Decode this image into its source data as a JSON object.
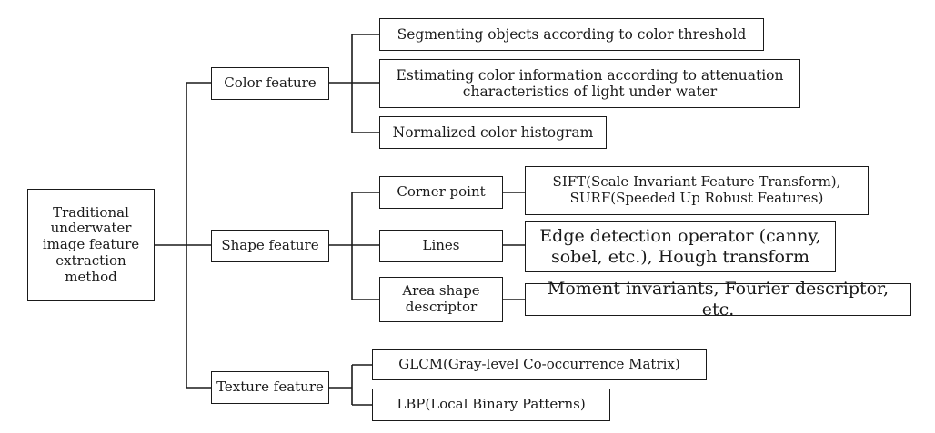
{
  "root": {
    "label": "Traditional\nunderwater\nimage feature\nextraction\nmethod"
  },
  "categories": [
    {
      "label": "Color feature",
      "items": [
        {
          "label": "Segmenting objects according to color threshold"
        },
        {
          "label": "Estimating color information according to attenuation\ncharacteristics of light under water"
        },
        {
          "label": "Normalized color histogram"
        }
      ]
    },
    {
      "label": "Shape feature",
      "items": [
        {
          "label": "Corner point",
          "detail": "SIFT(Scale Invariant Feature Transform),\nSURF(Speeded Up Robust Features)"
        },
        {
          "label": "Lines",
          "detail": "Edge detection operator (canny,\nsobel, etc.), Hough transform"
        },
        {
          "label": "Area shape\ndescriptor",
          "detail": "Moment invariants, Fourier descriptor, etc."
        }
      ]
    },
    {
      "label": "Texture feature",
      "items": [
        {
          "label": "GLCM(Gray-level Co-occurrence Matrix)"
        },
        {
          "label": "LBP(Local Binary Patterns)"
        }
      ]
    }
  ]
}
